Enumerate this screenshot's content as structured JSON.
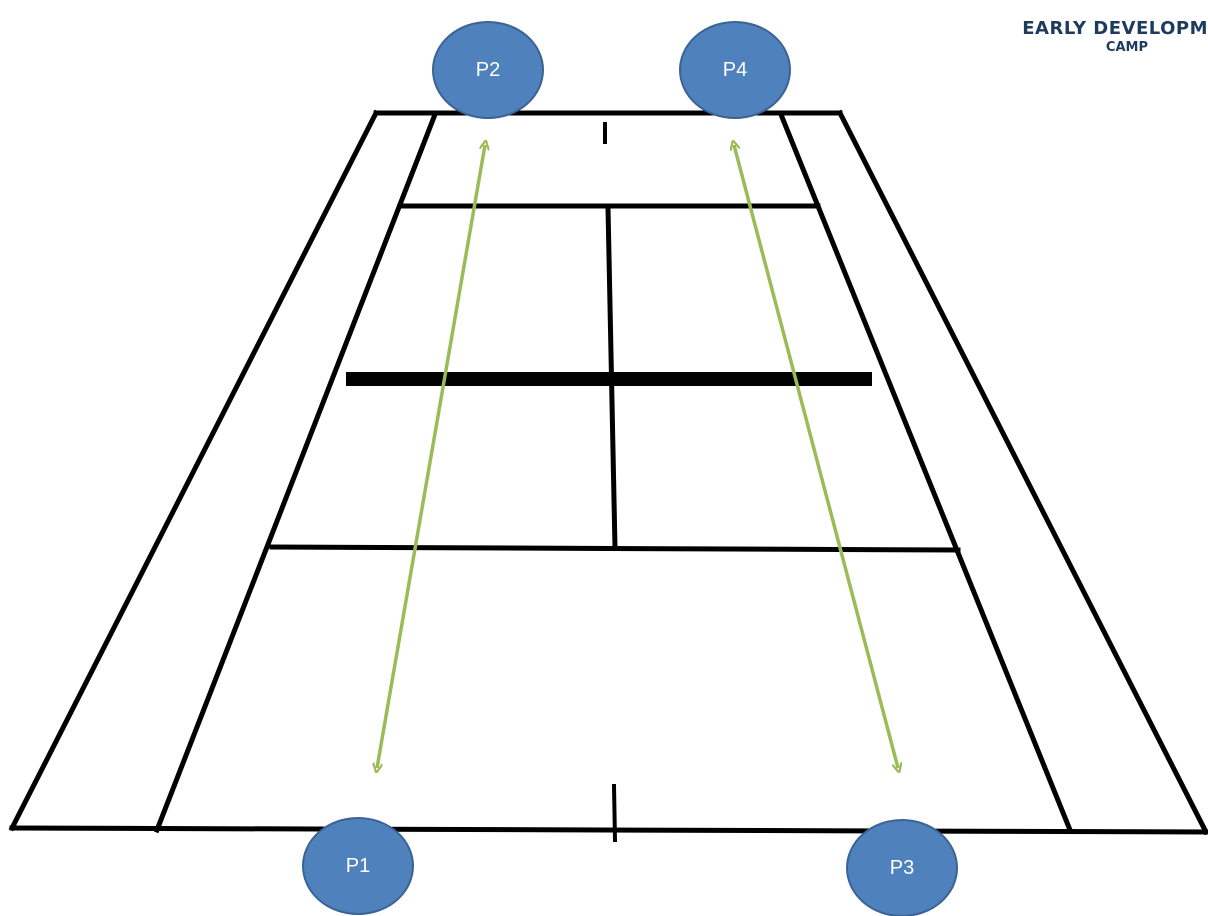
{
  "brand": {
    "line1": "EARLY DEVELOPM",
    "line2": "CAMP"
  },
  "players": [
    {
      "id": "p1",
      "label": "P1"
    },
    {
      "id": "p2",
      "label": "P2"
    },
    {
      "id": "p3",
      "label": "P3"
    },
    {
      "id": "p4",
      "label": "P4"
    }
  ],
  "colors": {
    "court_lines": "#000000",
    "player_fill": "#4f81bd",
    "player_stroke": "#3a6494",
    "arrow": "#9bbb59"
  }
}
